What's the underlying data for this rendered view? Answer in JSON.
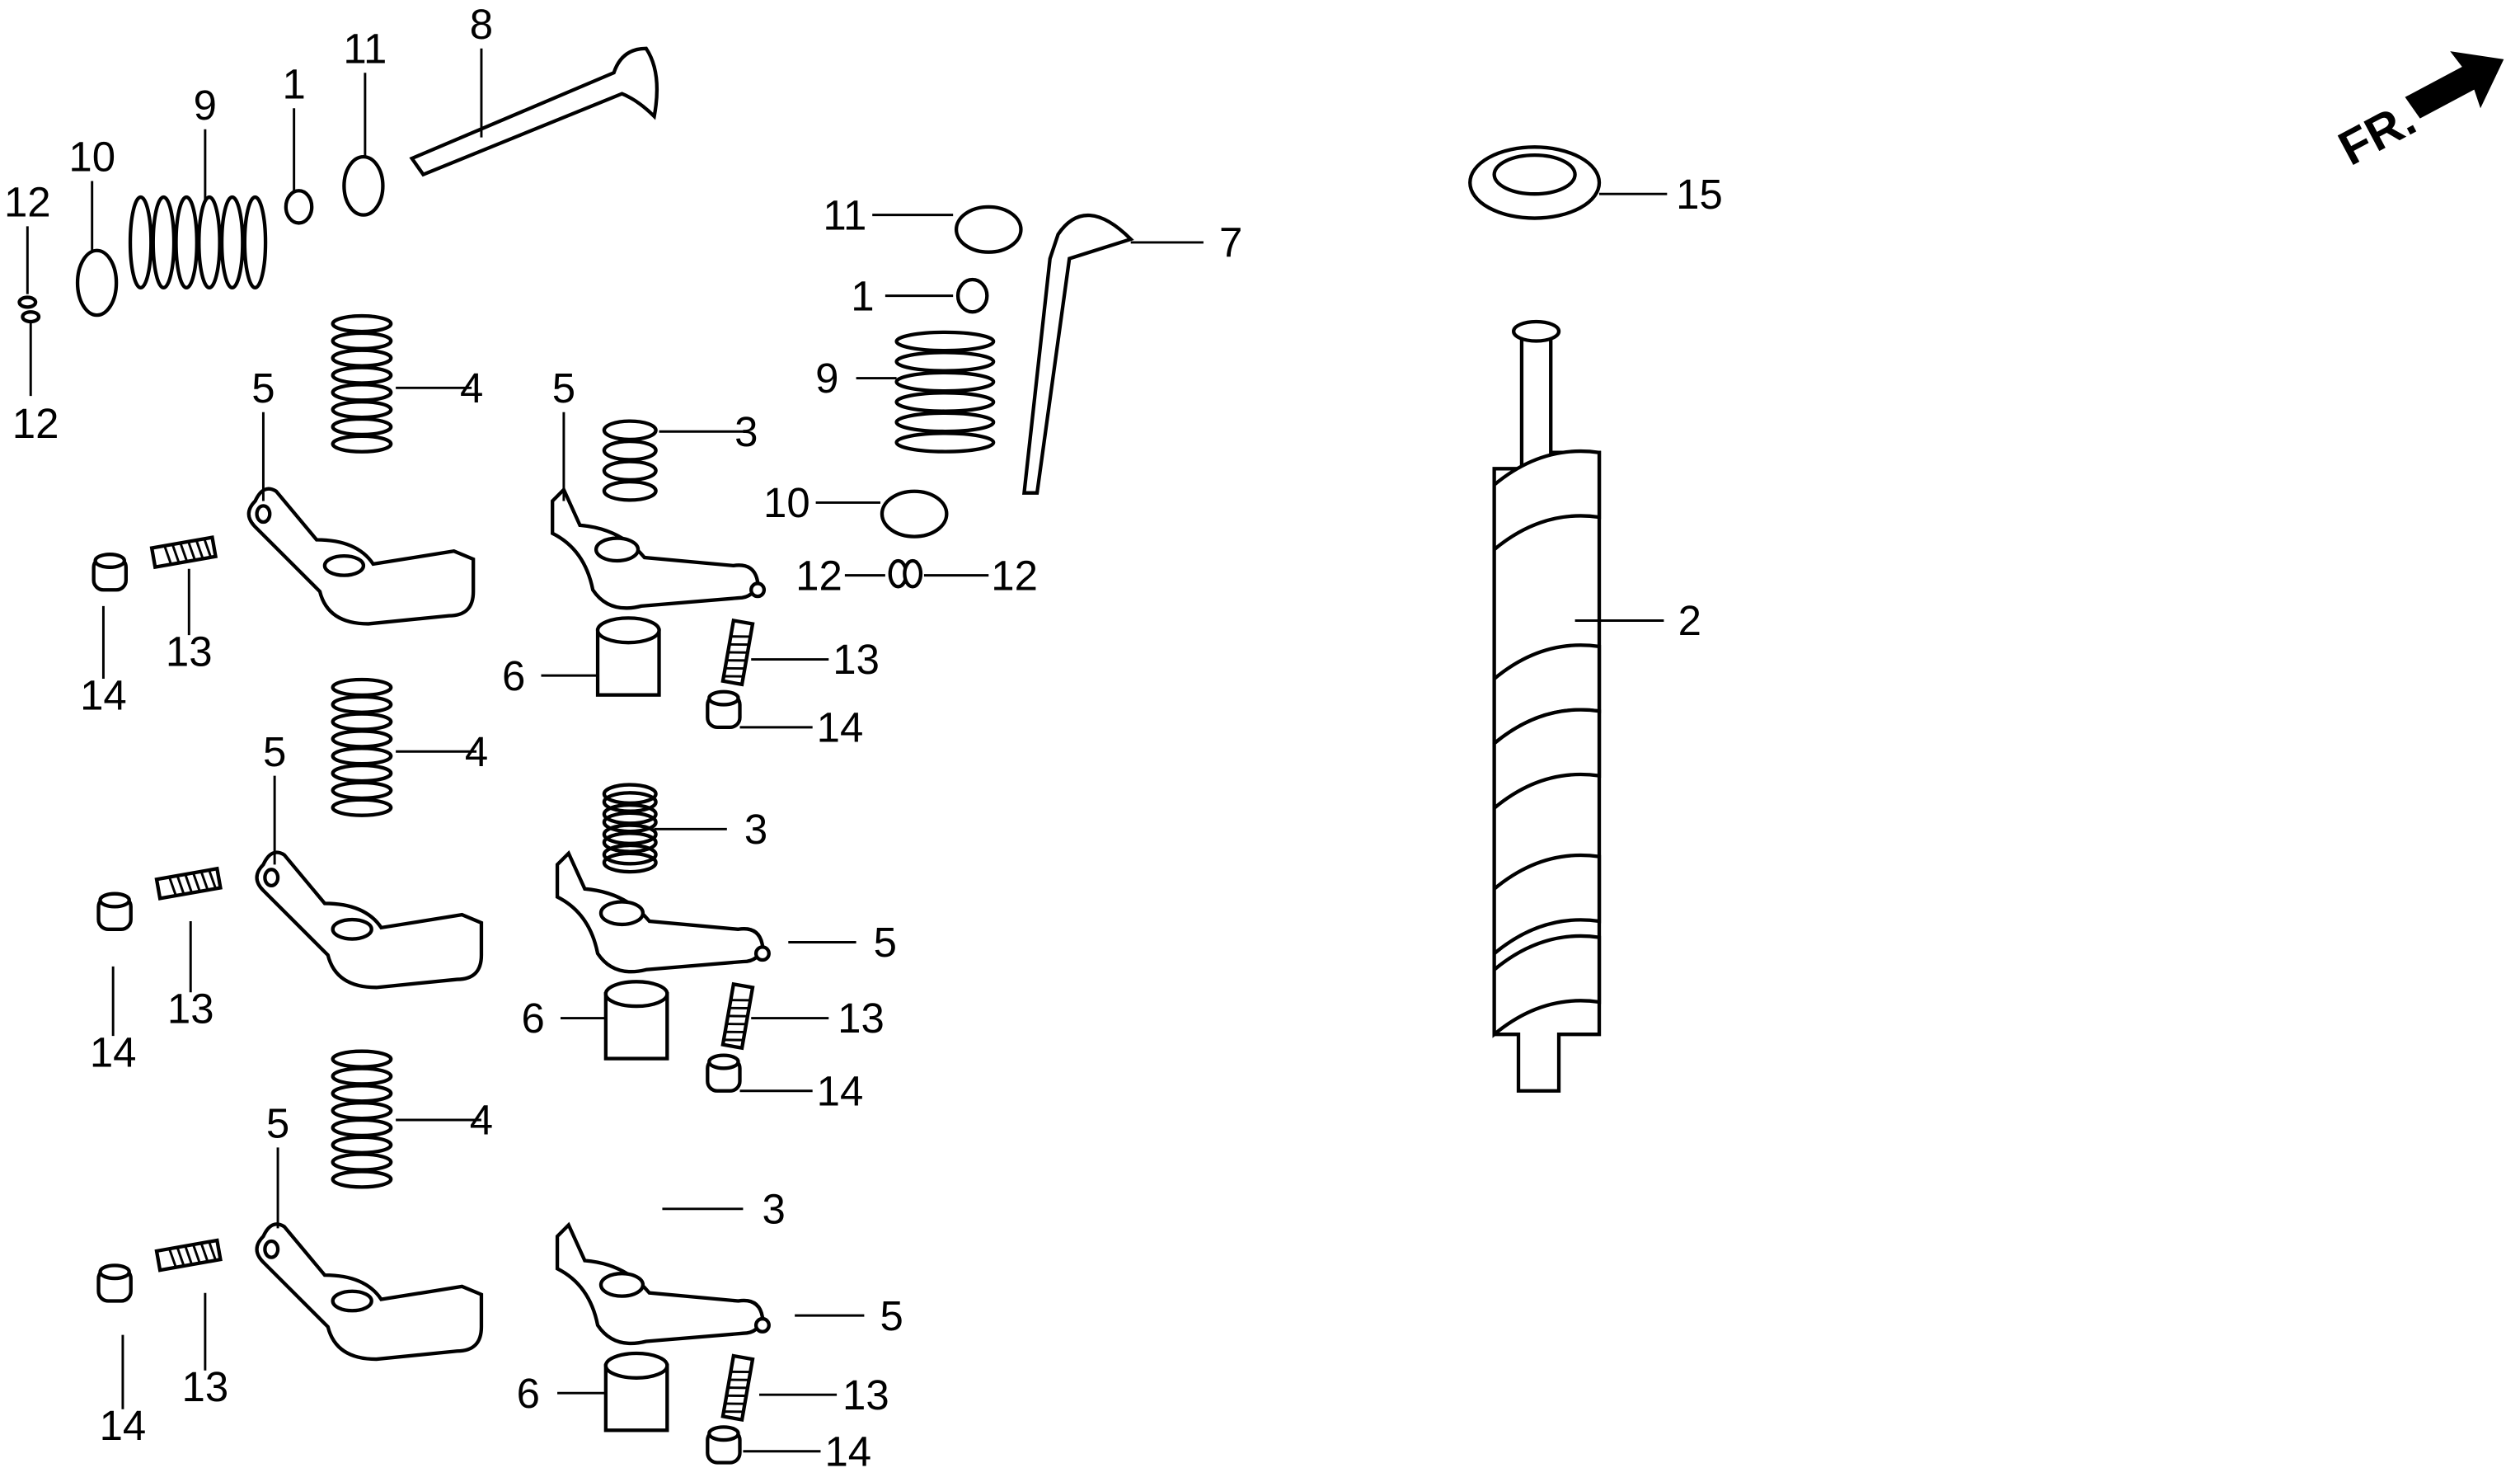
{
  "title": "Valve / Rocker Arm / Camshaft parts diagram",
  "direction_marker": "FR.",
  "callouts": [
    "8",
    "11",
    "9",
    "1",
    "10",
    "12",
    "12",
    "5",
    "4",
    "5",
    "3",
    "11",
    "7",
    "1",
    "9",
    "10",
    "12",
    "12",
    "15",
    "2",
    "14",
    "13",
    "6",
    "13",
    "14",
    "5",
    "4",
    "3",
    "5",
    "13",
    "14",
    "6",
    "13",
    "14",
    "5",
    "4",
    "3",
    "5",
    "13",
    "14",
    "6",
    "13",
    "14"
  ]
}
